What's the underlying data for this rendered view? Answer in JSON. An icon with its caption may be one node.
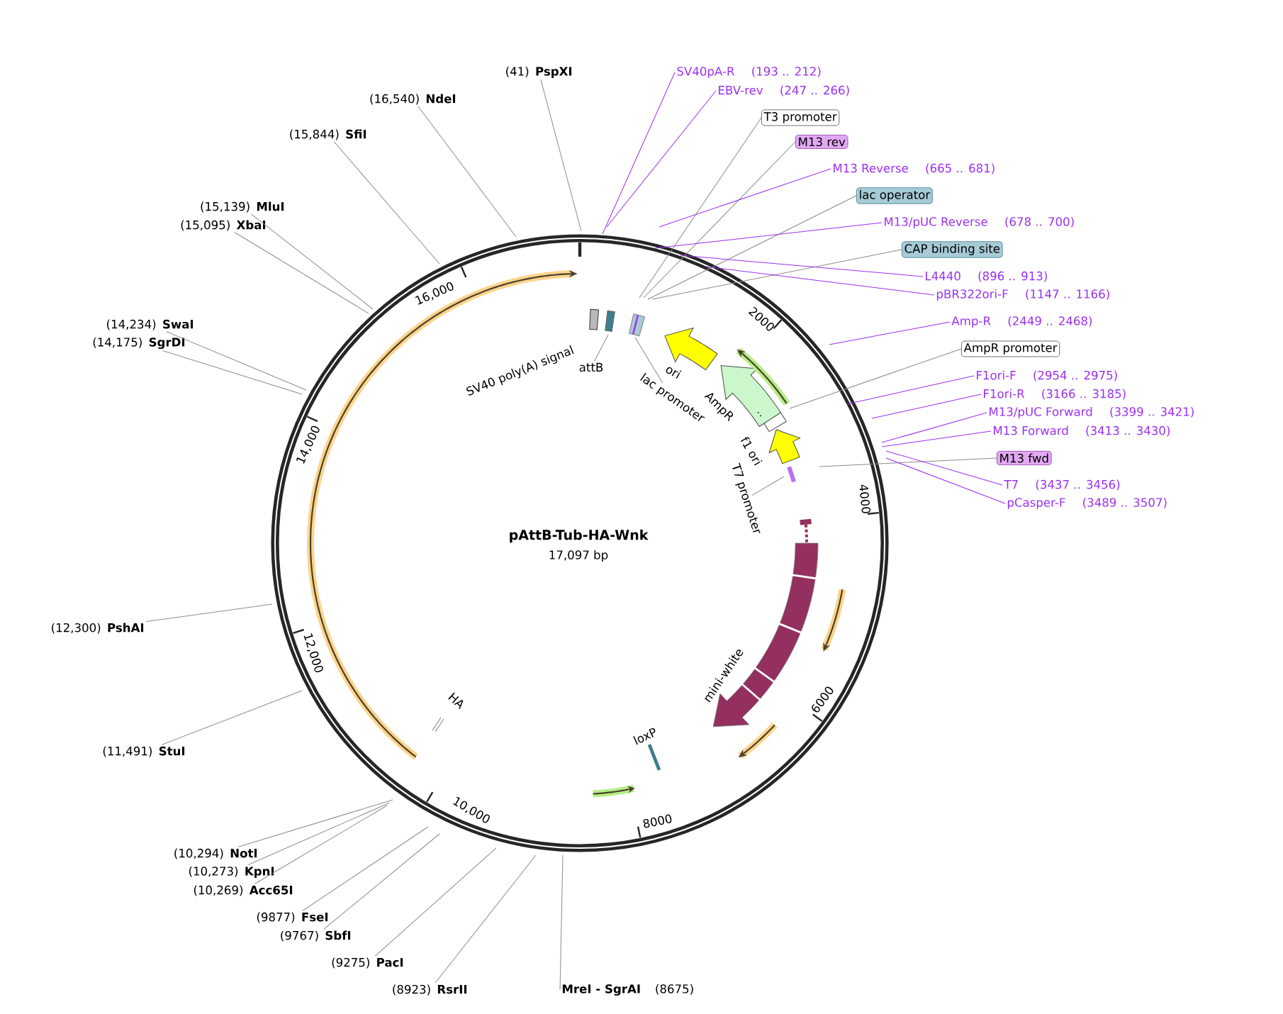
{
  "diagram": {
    "title": "pAttB-Tub-HA-Wnk",
    "nodes": [
      {
        "text": [
          "(41)",
          "PspXI"
        ]
      },
      {
        "text": [
          "(16,540)",
          "NdeI"
        ]
      },
      {
        "text": [
          "(15,844)",
          "SfiI"
        ]
      },
      {
        "text": [
          "(15,139)",
          "MluI"
        ]
      },
      {
        "text": [
          "(15,095)",
          "XbaI"
        ]
      },
      {
        "text": [
          "(14,234)",
          "SwaI"
        ]
      },
      {
        "text": [
          "(14,175)",
          "SgrDI"
        ]
      },
      {
        "text": [
          "(12,300)",
          "PshAI"
        ]
      },
      {
        "text": [
          "(11,491)",
          "StuI"
        ]
      },
      {
        "text": [
          "(10,294)",
          "NotI"
        ]
      },
      {
        "text": [
          "(10,273)",
          "KpnI"
        ]
      },
      {
        "text": [
          "(10,269)",
          "Acc65I"
        ]
      },
      {
        "text": [
          "(9877)",
          "FseI"
        ]
      },
      {
        "text": [
          "(9767)",
          "SbfI"
        ]
      },
      {
        "text": [
          "(9275)",
          "PacI"
        ]
      },
      {
        "text": [
          "(8923)",
          "RsrII"
        ]
      },
      {
        "text": [
          "MreI - SgrAI",
          "(8675)"
        ]
      },
      {
        "text": [
          "SV40pA-R",
          "(193 .. 212)"
        ]
      },
      {
        "text": [
          "EBV-rev",
          "(247 .. 266)"
        ]
      },
      {
        "text": [
          "T3 promoter"
        ]
      },
      {
        "text": [
          "M13 rev"
        ]
      },
      {
        "text": [
          "M13 Reverse",
          "(665 .. 681)"
        ]
      },
      {
        "text": [
          "lac operator"
        ]
      },
      {
        "text": [
          "M13/pUC Reverse",
          "(678 .. 700)"
        ]
      },
      {
        "text": [
          "CAP binding site"
        ]
      },
      {
        "text": [
          "L4440",
          "(896 .. 913)"
        ]
      },
      {
        "text": [
          "pBR322ori-F",
          "(1147 .. 1166)"
        ]
      },
      {
        "text": [
          "Amp-R",
          "(2449 .. 2468)"
        ]
      },
      {
        "text": [
          "AmpR promoter"
        ]
      },
      {
        "text": [
          "F1ori-F",
          "(2954 .. 2975)"
        ]
      },
      {
        "text": [
          "F1ori-R",
          "(3166 .. 3185)"
        ]
      },
      {
        "text": [
          "M13/pUC Forward",
          "(3399 .. 3421)"
        ]
      },
      {
        "text": [
          "M13 Forward",
          "(3413 .. 3430)"
        ]
      },
      {
        "text": [
          "M13 fwd"
        ]
      },
      {
        "text": [
          "T7",
          "(3437 .. 3456)"
        ]
      },
      {
        "text": [
          "pCasper-F",
          "(3489 .. 3507)"
        ]
      },
      {
        "text": [
          "attB"
        ]
      },
      {
        "text": [
          "lac promoter"
        ]
      },
      {
        "text": [
          "T7 promoter"
        ]
      }
    ],
    "edges": [
      {
        "from": 0,
        "to": null,
        "arrow": "none"
      },
      {
        "from": 1,
        "to": null,
        "arrow": "none"
      },
      {
        "from": 2,
        "to": null,
        "arrow": "none"
      },
      {
        "from": 3,
        "to": null,
        "arrow": "none"
      },
      {
        "from": 4,
        "to": null,
        "arrow": "none"
      },
      {
        "from": 5,
        "to": null,
        "arrow": "none"
      },
      {
        "from": 6,
        "to": null,
        "arrow": "none"
      },
      {
        "from": 7,
        "to": null,
        "arrow": "none"
      },
      {
        "from": 8,
        "to": null,
        "arrow": "none"
      },
      {
        "from": 9,
        "to": null,
        "arrow": "none"
      },
      {
        "from": 10,
        "to": null,
        "arrow": "none"
      },
      {
        "from": 11,
        "to": null,
        "arrow": "none"
      },
      {
        "from": 12,
        "to": null,
        "arrow": "none"
      },
      {
        "from": 13,
        "to": null,
        "arrow": "none"
      },
      {
        "from": 14,
        "to": null,
        "arrow": "none"
      },
      {
        "from": 15,
        "to": null,
        "arrow": "none"
      },
      {
        "from": 16,
        "to": null,
        "arrow": "none"
      },
      {
        "from": 17,
        "to": null,
        "arrow": "none",
        "color": "#9b30f0"
      },
      {
        "from": 18,
        "to": null,
        "arrow": "none",
        "color": "#9b30f0"
      },
      {
        "from": 19,
        "to": null,
        "arrow": "none"
      },
      {
        "from": 20,
        "to": null,
        "arrow": "none"
      },
      {
        "from": 21,
        "to": null,
        "arrow": "none",
        "color": "#9b30f0"
      },
      {
        "from": 22,
        "to": null,
        "arrow": "none"
      },
      {
        "from": 23,
        "to": null,
        "arrow": "none",
        "color": "#9b30f0"
      },
      {
        "from": 24,
        "to": null,
        "arrow": "none"
      },
      {
        "from": 25,
        "to": null,
        "arrow": "none",
        "color": "#9b30f0"
      },
      {
        "from": 26,
        "to": null,
        "arrow": "none",
        "color": "#9b30f0"
      },
      {
        "from": 27,
        "to": null,
        "arrow": "none",
        "color": "#9b30f0"
      },
      {
        "from": 28,
        "to": null,
        "arrow": "none"
      },
      {
        "from": 29,
        "to": null,
        "arrow": "none",
        "color": "#9b30f0"
      },
      {
        "from": 30,
        "to": null,
        "arrow": "none",
        "color": "#9b30f0"
      },
      {
        "from": 31,
        "to": null,
        "arrow": "none",
        "color": "#9b30f0"
      },
      {
        "from": 32,
        "to": null,
        "arrow": "none",
        "color": "#9b30f0"
      },
      {
        "from": 33,
        "to": null,
        "arrow": "none"
      },
      {
        "from": 34,
        "to": null,
        "arrow": "none",
        "color": "#9b30f0"
      },
      {
        "from": 35,
        "to": null,
        "arrow": "none",
        "color": "#9b30f0"
      },
      {
        "from": 36,
        "to": null,
        "arrow": "none"
      },
      {
        "from": 37,
        "to": null,
        "arrow": "none"
      },
      {
        "from": 38,
        "to": null,
        "arrow": "none"
      }
    ],
    "labels": [
      "17,097 bp",
      "2000",
      "4000",
      "6000",
      "8000",
      "10,000",
      "12,000",
      "14,000",
      "16,000",
      "SV40 poly(A) signal",
      "ori",
      "AmpR",
      "f1 ori",
      "mini-white",
      "HA",
      "loxP"
    ]
  }
}
